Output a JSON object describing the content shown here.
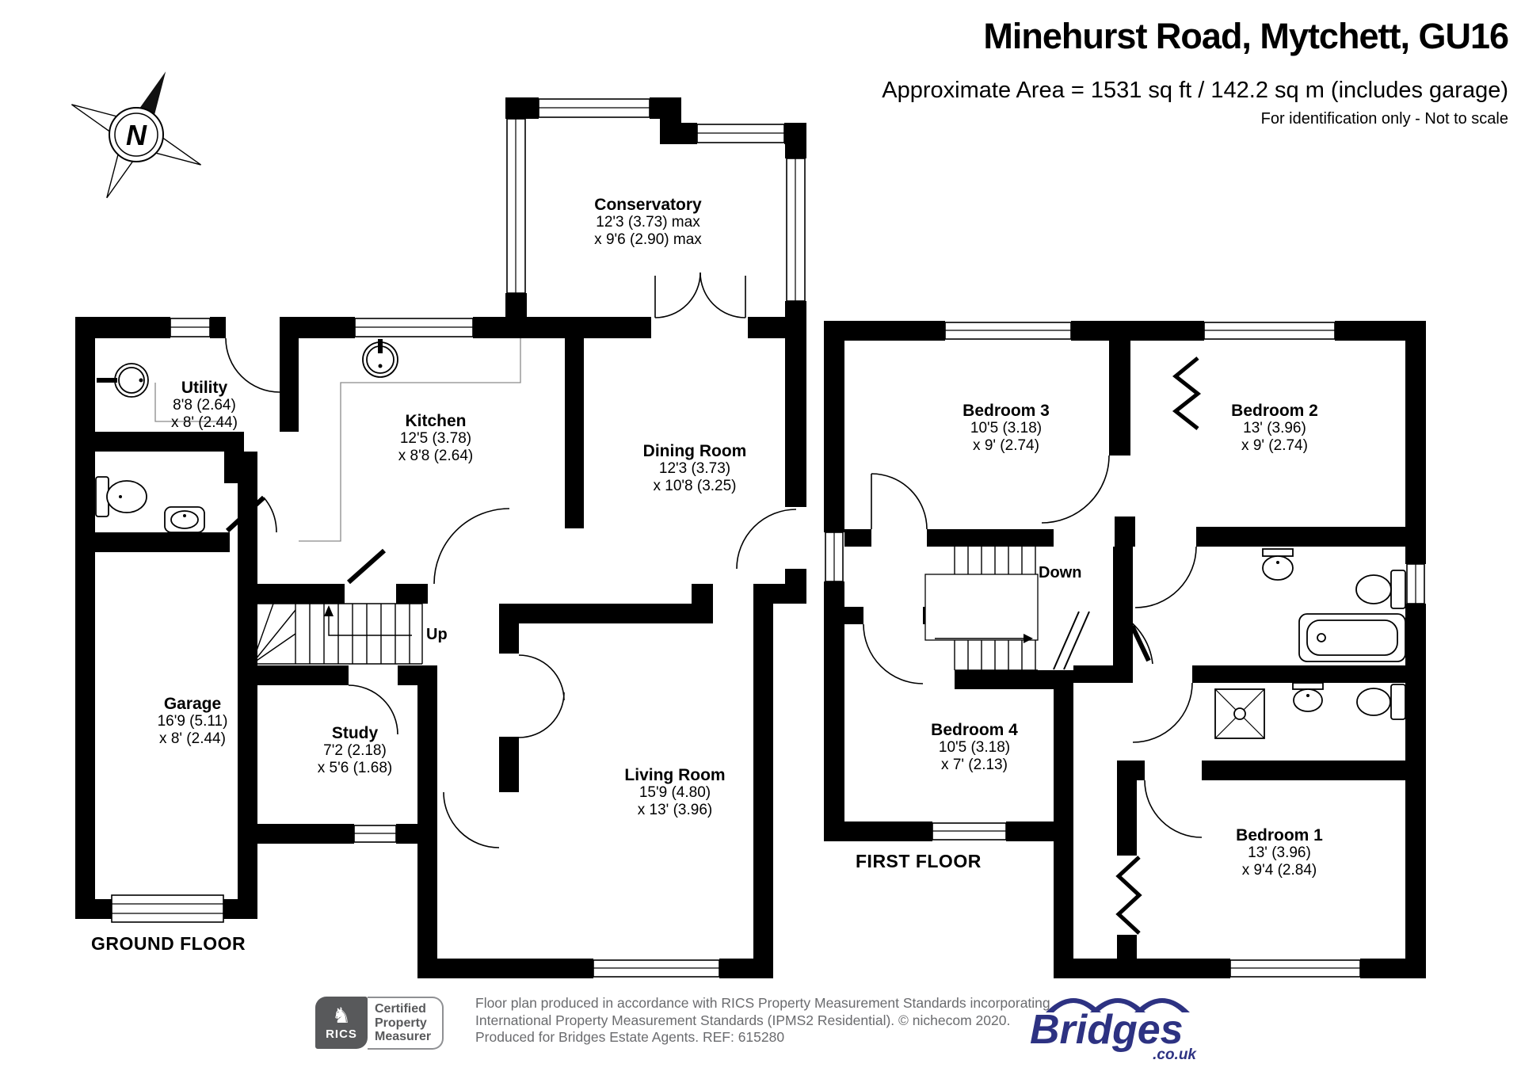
{
  "header": {
    "title": "Minehurst Road, Mytchett, GU16",
    "subtitle": "Approximate Area = 1531 sq ft / 142.2 sq m (includes garage)",
    "note": "For identification only - Not to scale"
  },
  "compass": {
    "north_label": "N"
  },
  "ground_floor": {
    "title": "GROUND FLOOR",
    "stairs_label": "Up",
    "rooms": {
      "conservatory": {
        "name": "Conservatory",
        "dim1": "12'3 (3.73) max",
        "dim2": "x 9'6 (2.90) max"
      },
      "utility": {
        "name": "Utility",
        "dim1": "8'8 (2.64)",
        "dim2": "x 8' (2.44)"
      },
      "kitchen": {
        "name": "Kitchen",
        "dim1": "12'5 (3.78)",
        "dim2": "x 8'8 (2.64)"
      },
      "dining_room": {
        "name": "Dining Room",
        "dim1": "12'3 (3.73)",
        "dim2": "x 10'8 (3.25)"
      },
      "garage": {
        "name": "Garage",
        "dim1": "16'9 (5.11)",
        "dim2": "x 8' (2.44)"
      },
      "study": {
        "name": "Study",
        "dim1": "7'2 (2.18)",
        "dim2": "x 5'6 (1.68)"
      },
      "living_room": {
        "name": "Living Room",
        "dim1": "15'9 (4.80)",
        "dim2": "x 13' (3.96)"
      }
    }
  },
  "first_floor": {
    "title": "FIRST FLOOR",
    "stairs_label": "Down",
    "rooms": {
      "bedroom_3": {
        "name": "Bedroom 3",
        "dim1": "10'5 (3.18)",
        "dim2": "x 9' (2.74)"
      },
      "bedroom_2": {
        "name": "Bedroom 2",
        "dim1": "13' (3.96)",
        "dim2": "x 9' (2.74)"
      },
      "bedroom_4": {
        "name": "Bedroom 4",
        "dim1": "10'5 (3.18)",
        "dim2": "x 7' (2.13)"
      },
      "bedroom_1": {
        "name": "Bedroom 1",
        "dim1": "13' (3.96)",
        "dim2": "x 9'4 (2.84)"
      }
    }
  },
  "footer": {
    "rics": {
      "brand": "RICS",
      "line1": "Certified",
      "line2": "Property",
      "line3": "Measurer"
    },
    "disclaimer_line1": "Floor plan produced in accordance with RICS Property Measurement Standards incorporating",
    "disclaimer_line2": "International Property Measurement Standards (IPMS2 Residential).  © nichecom 2020.",
    "disclaimer_line3": "Produced for Bridges Estate Agents.   REF: 615280",
    "brand": "Bridges",
    "brand_suffix": ".co.uk"
  },
  "colors": {
    "wall": "#000000",
    "bridges_blue": "#2d3282",
    "rics_gray": "#58595b",
    "text_gray": "#6d6e71"
  }
}
